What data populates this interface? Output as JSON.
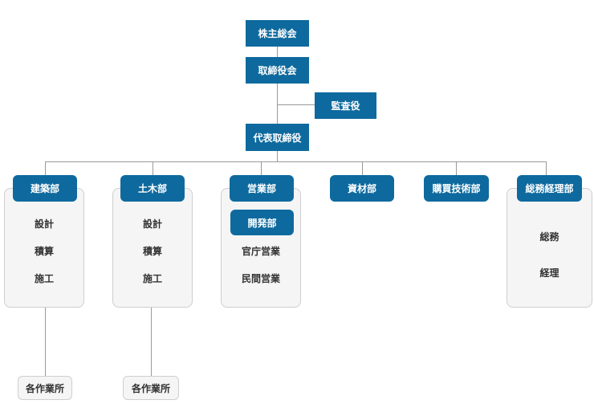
{
  "colors": {
    "box": "#0e6a9e",
    "line": "#999999",
    "panel": "#f5f5f5",
    "panel_border": "#cfcfcf",
    "item_text": "#333333"
  },
  "top": {
    "shareholders": "株主総会",
    "board": "取締役会",
    "auditor": "監査役",
    "representative": "代表取締役"
  },
  "departments": [
    {
      "label": "建築部",
      "items": [
        "設計",
        "積算",
        "施工"
      ],
      "footer": "各作業所"
    },
    {
      "label": "土木部",
      "items": [
        "設計",
        "積算",
        "施工"
      ],
      "footer": "各作業所"
    },
    {
      "label": "営業部",
      "sub": "開発部",
      "items": [
        "官庁営業",
        "民間営業"
      ]
    },
    {
      "label": "資材部"
    },
    {
      "label": "購買技術部"
    },
    {
      "label": "総務経理部",
      "items": [
        "総務",
        "経理"
      ]
    }
  ]
}
